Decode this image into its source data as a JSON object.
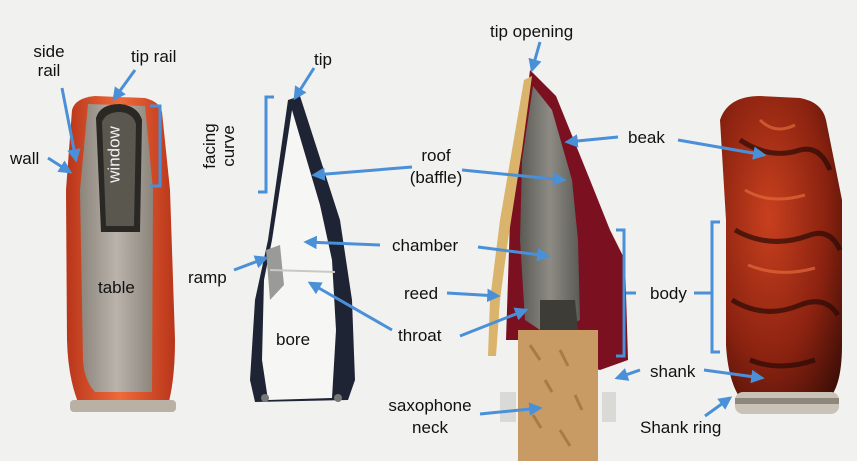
{
  "labels": {
    "side_rail": "side rail",
    "tip_rail": "tip rail",
    "wall": "wall",
    "window": "window",
    "table": "table",
    "facing_curve": "facing curve",
    "tip": "tip",
    "ramp": "ramp",
    "bore": "bore",
    "tip_opening": "tip opening",
    "roof": "roof",
    "baffle": "(baffle)",
    "chamber": "chamber",
    "reed": "reed",
    "throat": "throat",
    "saxophone": "saxophone",
    "neck": "neck",
    "beak": "beak",
    "body": "body",
    "shank": "shank",
    "shank_ring": "Shank ring"
  },
  "colors": {
    "arrow": "#4a90d9",
    "metal_mouthpiece_shell": "#e0522a",
    "metal_plate": "#a09a92",
    "rubber_cutaway": "#1f2435",
    "section_face": "#f6f6f4",
    "marbled_body": "#9a2a12",
    "cork": "#c79b63",
    "reed_cane": "#d9b46a",
    "dark_red_section": "#7a1020",
    "background": "#f1f1ef"
  }
}
